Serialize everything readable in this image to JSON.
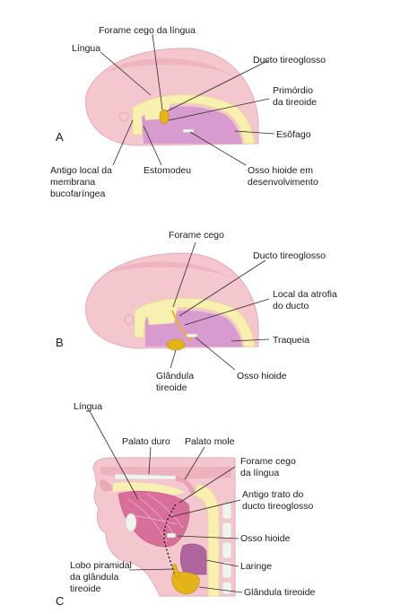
{
  "colors": {
    "head": "#f4c7cf",
    "head_dark": "#e9a9b6",
    "endoderm": "#f8f0b0",
    "endoderm_edge": "#e8d88a",
    "cavity": "#d79bd0",
    "thyroid": "#e3b418",
    "tissue": "#e6a4b4",
    "muscle": "#d86f9a",
    "bone": "#f2f2ee",
    "line": "#2a2a2a"
  },
  "icons": [
    "eye-placode-icon",
    "thyroid-primordium-icon",
    "hyoid-bone-icon",
    "vertebra-icon",
    "tongue-muscle-icon"
  ],
  "panels": [
    {
      "id": "A",
      "letter": "A",
      "labels": {
        "forame": "Forame cego da língua",
        "lingua": "Língua",
        "ducto": "Ducto tireoglosso",
        "primordio_1": "Primórdio",
        "primordio_2": "da tireoide",
        "esofago": "Esôfago",
        "antigo_1": "Antigo local da",
        "antigo_2": "membrana",
        "antigo_3": "bucofaríngea",
        "estomodeu": "Estomodeu",
        "osso_1": "Osso hioide em",
        "osso_2": "desenvolvimento"
      }
    },
    {
      "id": "B",
      "letter": "B",
      "labels": {
        "forame": "Forame cego",
        "ducto": "Ducto tireoglosso",
        "atrofia_1": "Local da atrofia",
        "atrofia_2": "do ducto",
        "traqueia": "Traqueia",
        "glandula_1": "Glândula",
        "glandula_2": "tireoide",
        "osso": "Osso hioide"
      }
    },
    {
      "id": "C",
      "letter": "C",
      "labels": {
        "lingua": "Língua",
        "palato_duro": "Palato duro",
        "palato_mole": "Palato mole",
        "forame_1": "Forame cego",
        "forame_2": "da língua",
        "antigo_1": "Antigo trato do",
        "antigo_2": "ducto tireoglosso",
        "osso": "Osso hioide",
        "laringe": "Laringe",
        "lobo_1": "Lobo piramidal",
        "lobo_2": "da glândula",
        "lobo_3": "tireoide",
        "glandula": "Glândula tireoide"
      }
    }
  ]
}
